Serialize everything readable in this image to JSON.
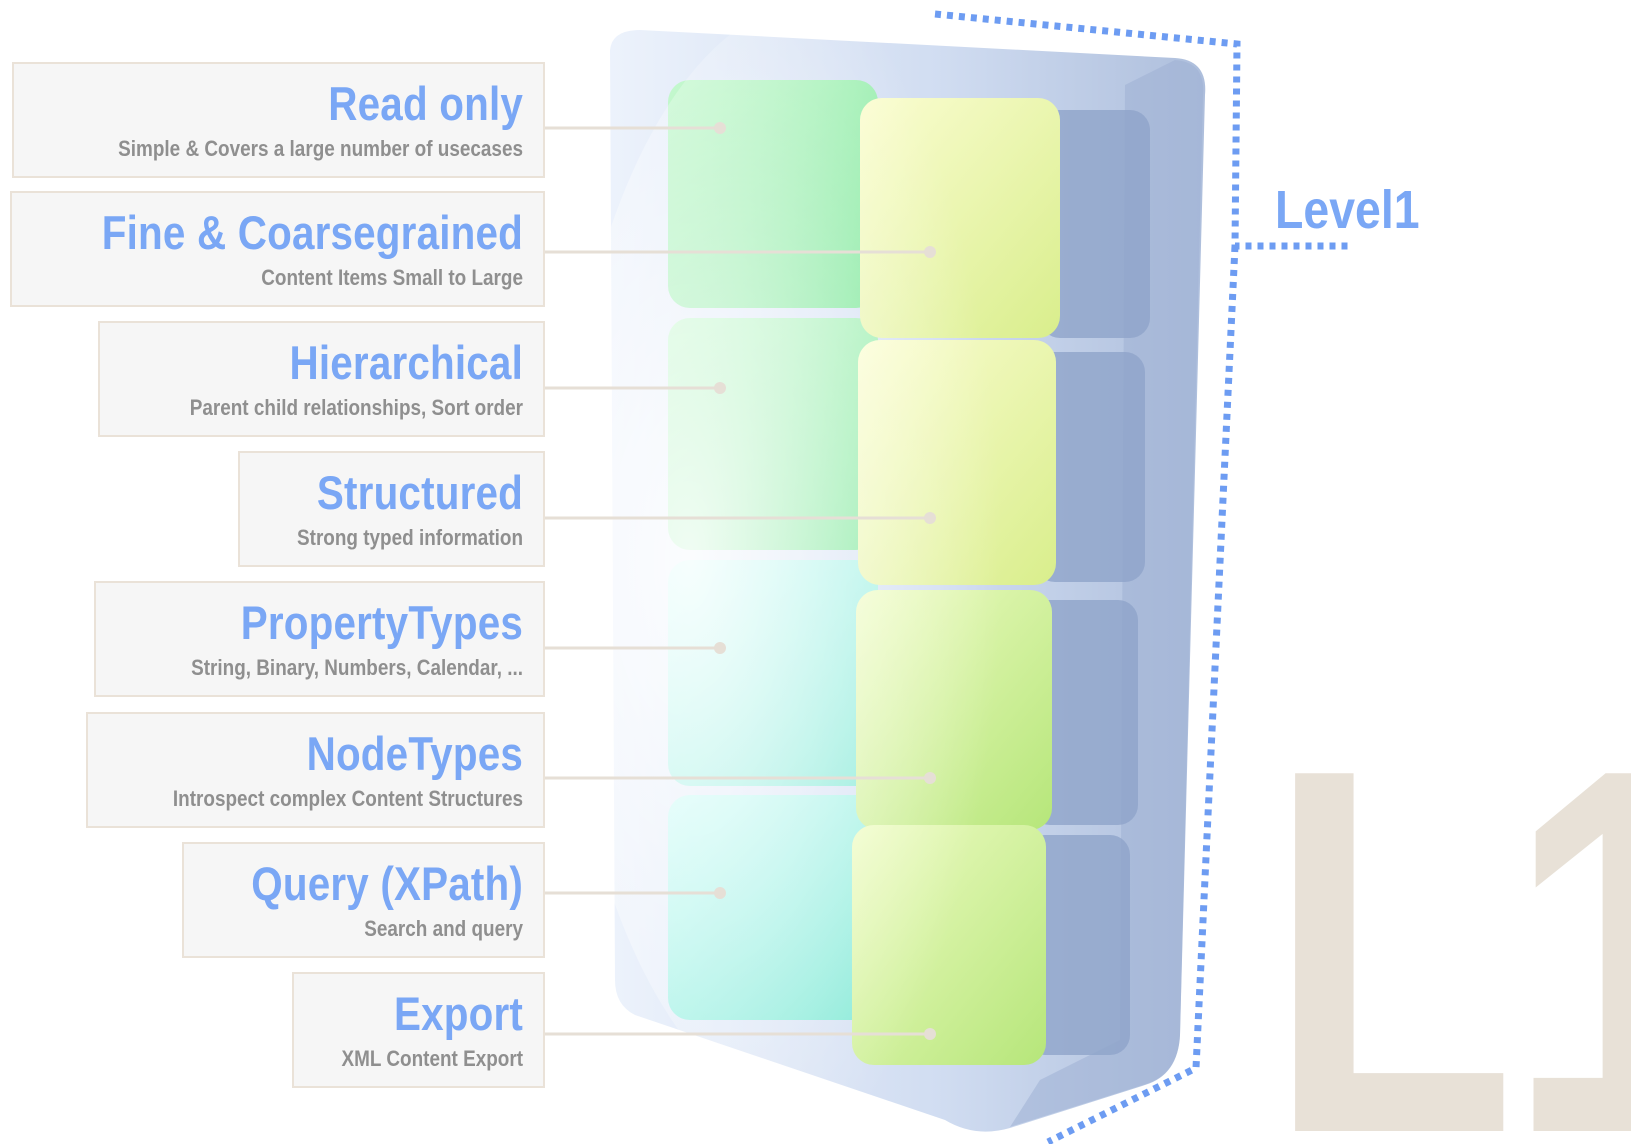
{
  "features": [
    {
      "title": "Read only",
      "subtitle": "Simple & Covers a large number of usecases"
    },
    {
      "title": "Fine & Coarsegrained",
      "subtitle": "Content Items Small to Large"
    },
    {
      "title": "Hierarchical",
      "subtitle": "Parent child relationships, Sort order"
    },
    {
      "title": "Structured",
      "subtitle": "Strong typed information"
    },
    {
      "title": "PropertyTypes",
      "subtitle": "String, Binary, Numbers, Calendar, ..."
    },
    {
      "title": "NodeTypes",
      "subtitle": "Introspect complex Content Structures"
    },
    {
      "title": "Query (XPath)",
      "subtitle": "Search and query"
    },
    {
      "title": "Export",
      "subtitle": "XML Content Export"
    }
  ],
  "level_label": "Level1",
  "level_mark": "L1",
  "colors": {
    "title": "#7aa7f5",
    "subtitle": "#8f8f8f",
    "box_fill": "#f6f6f6",
    "box_border": "#eae2d8",
    "connector": "#e6dfd6",
    "bracket": "#6d9cf2",
    "level_mark": "#e8e1d7",
    "cube_green": "#9ff2b2",
    "cube_yellow": "#eef6a6",
    "cube_cyan": "#a6f5ee"
  }
}
